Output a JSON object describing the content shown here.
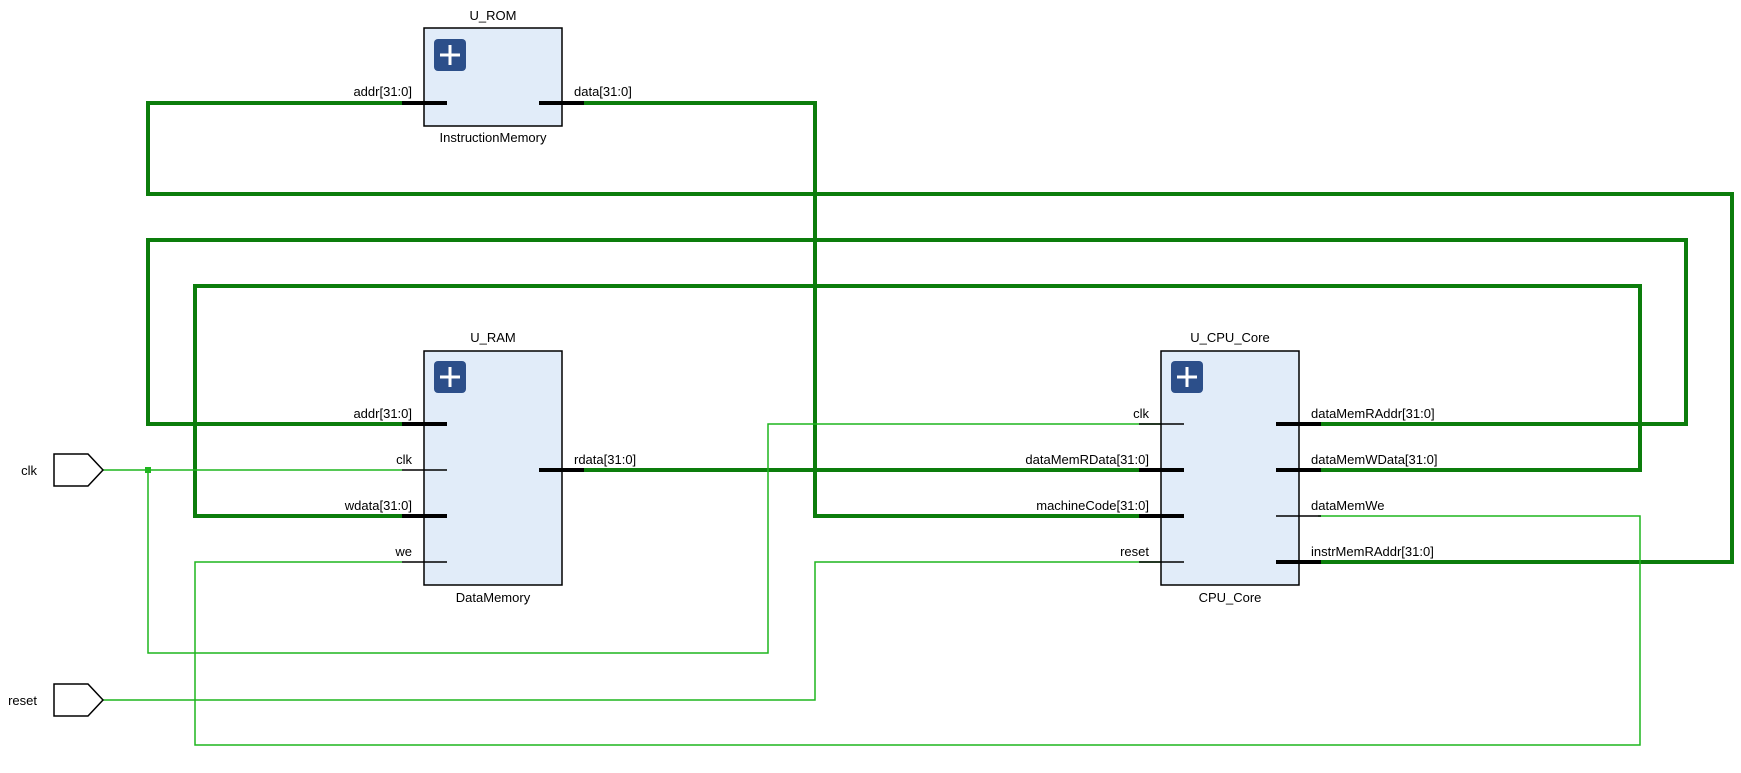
{
  "colors": {
    "bus_wire": "#0c7d0c",
    "net_wire": "#1fb51f",
    "cell_fill": "#e1ecf9",
    "expand_button": "#2c4f8a"
  },
  "ports": {
    "clk": "clk",
    "reset": "reset"
  },
  "rom": {
    "instance": "U_ROM",
    "module": "InstructionMemory",
    "pin_addr": "addr[31:0]",
    "pin_data": "data[31:0]",
    "expand_icon": "plus-icon"
  },
  "ram": {
    "instance": "U_RAM",
    "module": "DataMemory",
    "pin_addr": "addr[31:0]",
    "pin_clk": "clk",
    "pin_wdata": "wdata[31:0]",
    "pin_we": "we",
    "pin_rdata": "rdata[31:0]",
    "expand_icon": "plus-icon"
  },
  "cpu": {
    "instance": "U_CPU_Core",
    "module": "CPU_Core",
    "pin_clk": "clk",
    "pin_dataMemRData": "dataMemRData[31:0]",
    "pin_machineCode": "machineCode[31:0]",
    "pin_reset": "reset",
    "pin_dataMemRAddr": "dataMemRAddr[31:0]",
    "pin_dataMemWData": "dataMemWData[31:0]",
    "pin_dataMemWe": "dataMemWe",
    "pin_instrMemRAddr": "instrMemRAddr[31:0]",
    "expand_icon": "plus-icon"
  }
}
